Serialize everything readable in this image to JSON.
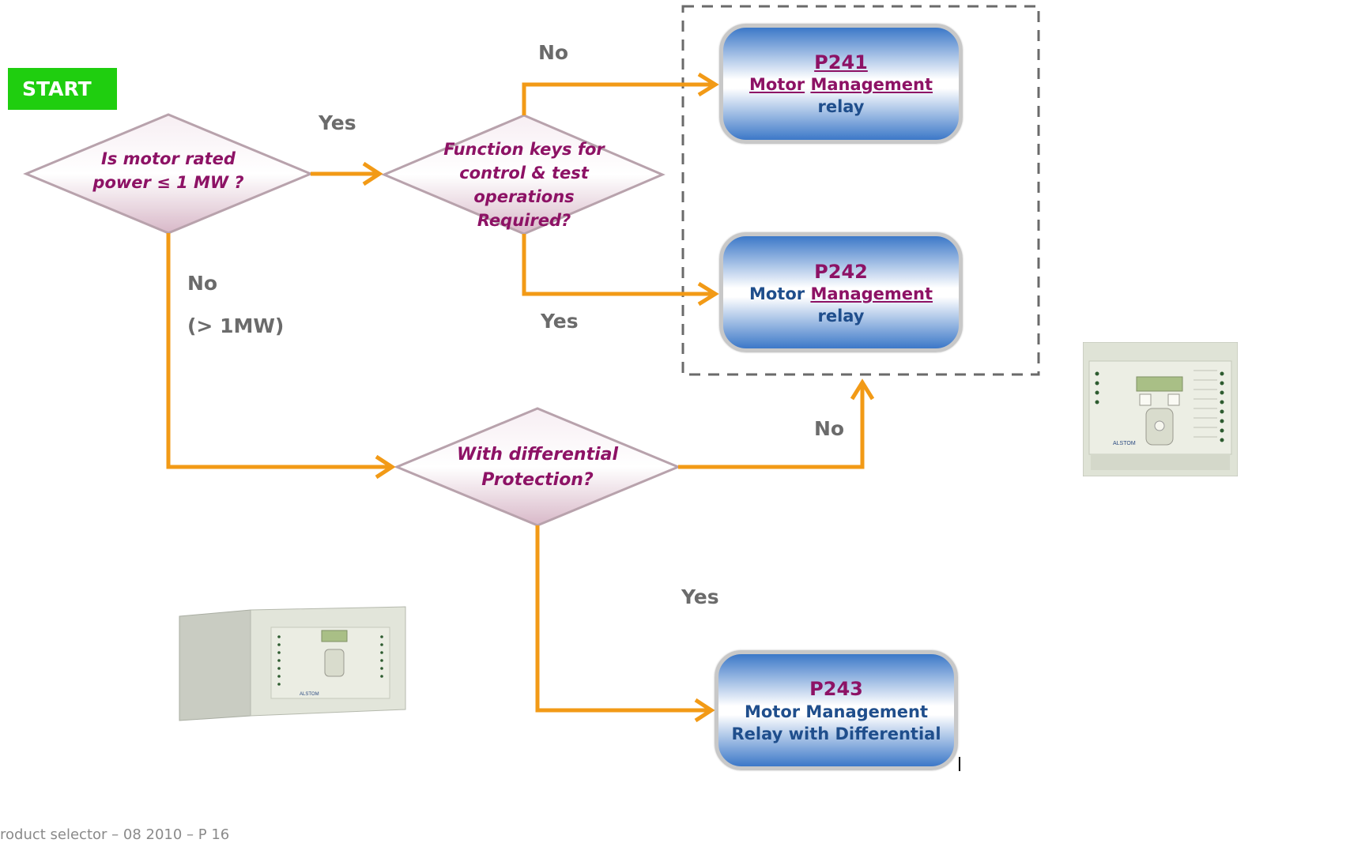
{
  "start": "START",
  "questions": {
    "q1": {
      "line1": "Is motor rated",
      "line2": "power ≤ 1 MW ?"
    },
    "q2": {
      "line1": "Function keys for",
      "line2": "control & test operations",
      "line3": "Required?"
    },
    "q3": {
      "line1": "With differential",
      "line2": "Protection?"
    }
  },
  "labels": {
    "yes_q1": "Yes",
    "no_q2": "No",
    "yes_q2": "Yes",
    "no_q1": "No",
    "no_q1_sub": "(> 1MW)",
    "no_q3": "No",
    "yes_q3": "Yes"
  },
  "products": {
    "p241": {
      "code": "P241",
      "line1a": "Motor",
      "line1b": "Management",
      "line2": "relay"
    },
    "p242": {
      "code": "P242",
      "line1a": "Motor",
      "line1b": "Management",
      "line2": "relay"
    },
    "p243": {
      "code": "P243",
      "line1": "Motor Management",
      "line2": "Relay with Differential"
    }
  },
  "relay_brand": "ALSTOM",
  "footer": "roduct selector – 08 2010 – P 16",
  "colors": {
    "arrow": "#f29a16",
    "start": "#1fce0f",
    "question_text": "#8d1265",
    "box_blue": "#3c78c8",
    "label_grey": "#6b6b6b"
  }
}
